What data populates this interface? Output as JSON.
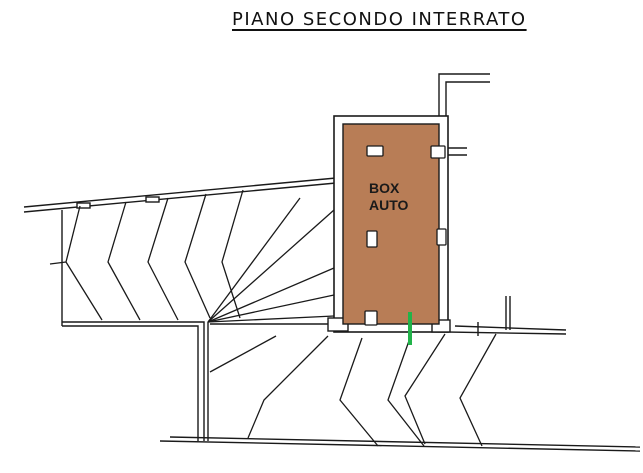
{
  "title": "PIANO SECONDO INTERRATO",
  "box_label_line1": "BOX",
  "box_label_line2": "AUTO",
  "colors": {
    "box_fill": "#b87d56",
    "lines": "#1a1a1a",
    "marker": "#22b34a",
    "background": "#ffffff"
  }
}
